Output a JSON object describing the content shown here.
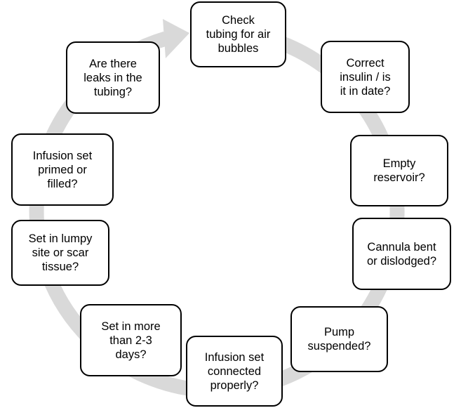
{
  "colors": {
    "ring": "#d9d9d9",
    "box_border": "#000000",
    "box_fill": "#ffffff",
    "text": "#000000"
  },
  "cycle": {
    "direction": "clockwise",
    "steps": [
      {
        "label": "Check\ntubing for air\nbubbles"
      },
      {
        "label": "Correct\ninsulin / is\nit in date?"
      },
      {
        "label": "Empty\nreservoir?"
      },
      {
        "label": "Cannula bent\nor dislodged?"
      },
      {
        "label": "Pump\nsuspended?"
      },
      {
        "label": "Infusion set\nconnected\nproperly?"
      },
      {
        "label": "Set in more\nthan 2-3\ndays?"
      },
      {
        "label": "Set in lumpy\nsite or scar\ntissue?"
      },
      {
        "label": "Infusion set\nprimed or\nfilled?"
      },
      {
        "label": "Are there\nleaks in the\ntubing?"
      }
    ]
  }
}
